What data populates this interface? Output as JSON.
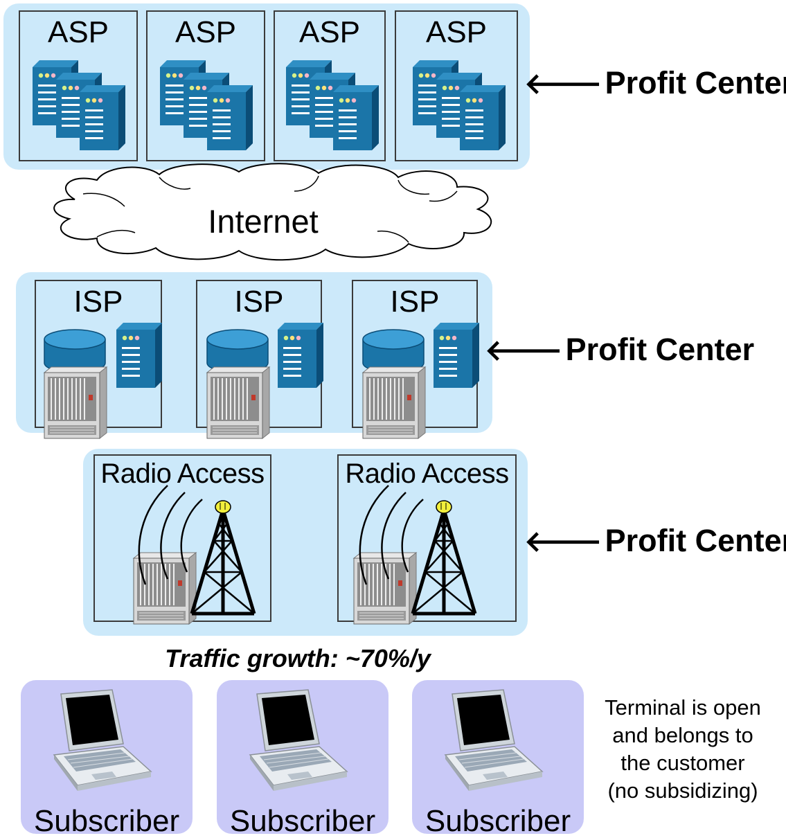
{
  "asp_tier": {
    "boxes": [
      {
        "label": "ASP"
      },
      {
        "label": "ASP"
      },
      {
        "label": "ASP"
      },
      {
        "label": "ASP"
      }
    ],
    "profit_label": "Profit Center",
    "arrow": "🡐"
  },
  "internet": {
    "label": "Internet"
  },
  "isp_tier": {
    "boxes": [
      {
        "label": "ISP"
      },
      {
        "label": "ISP"
      },
      {
        "label": "ISP"
      }
    ],
    "profit_label": "Profit Center",
    "arrow": "🡐"
  },
  "radio_tier": {
    "boxes": [
      {
        "label": "Radio Access"
      },
      {
        "label": "Radio Access"
      }
    ],
    "profit_label": "Profit Center",
    "arrow": "🡐"
  },
  "traffic_growth": "Traffic growth: ~70%/y",
  "subscribers": [
    {
      "label": "Subscriber"
    },
    {
      "label": "Subscriber"
    },
    {
      "label": "Subscriber"
    }
  ],
  "note_lines": [
    "Terminal is open",
    "and belongs to",
    "the customer",
    "(no subsidizing)"
  ],
  "colors": {
    "band": "#cce9fa",
    "subscriber_band": "#c9c9f7",
    "server": "#1b75a8",
    "server_dark": "#0b4d77"
  }
}
